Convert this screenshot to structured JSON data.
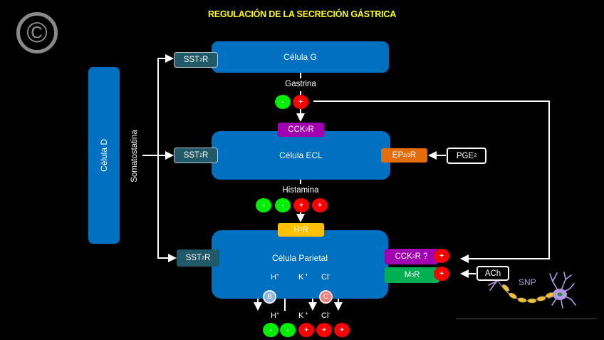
{
  "title": "REGULACIÓN DE LA SECRECIÓN GÁSTRICA",
  "copyright_icon": "©",
  "cells": {
    "d": "Célula D",
    "g": "Célula G",
    "ecl": "Célula ECL",
    "parietal": "Célula Parietal"
  },
  "signals": {
    "somatostatina": "Somatostatina",
    "gastrina": "Gastrina",
    "histamina": "Histamina",
    "pge2": {
      "base": "PGE",
      "sub": "2"
    },
    "ach": "ACh",
    "snp": "SNP"
  },
  "receptors": {
    "sst2r": {
      "pre": "SST",
      "sub": "2",
      "post": "R"
    },
    "cck2r_ecl": {
      "pre": "CCK",
      "sub": "2",
      "post": "R"
    },
    "cck2r_parietal": {
      "pre": "CCK",
      "sub": "2",
      "post": "R ?"
    },
    "ep23r": {
      "pre": "EP",
      "sub": "2/3",
      "post": "R"
    },
    "h2r": {
      "pre": "H",
      "sub": "2",
      "post": "R"
    },
    "m3r": {
      "pre": "M",
      "sub": "3",
      "post": "R"
    }
  },
  "modulators": {
    "gastrina": [
      "-",
      "+"
    ],
    "histamina": [
      "-",
      "-",
      "+",
      "+"
    ],
    "secretion": [
      "-",
      "-",
      "+",
      "+",
      "+"
    ],
    "cck2r_parietal": "+",
    "m3r": "+"
  },
  "ions": {
    "inside": [
      {
        "base": "H",
        "sup": "+"
      },
      {
        "base": "K",
        "sup": " +"
      },
      {
        "base": "Cl",
        "sup": "-"
      }
    ],
    "outside": [
      {
        "base": "H",
        "sup": "+"
      },
      {
        "base": "K",
        "sup": " +"
      },
      {
        "base": "Cl",
        "sup": "-"
      }
    ],
    "pumps": [
      "B",
      "C"
    ]
  },
  "colors": {
    "title": "#ffff00",
    "cell": "#0070c0",
    "sst2r": "#215968",
    "cck2r": "#a000b0",
    "ep23r": "#e46c0a",
    "h2r": "#ffc000",
    "m3r": "#00b050",
    "inhibit": "#00ee00",
    "stimulate": "#ff0000"
  }
}
